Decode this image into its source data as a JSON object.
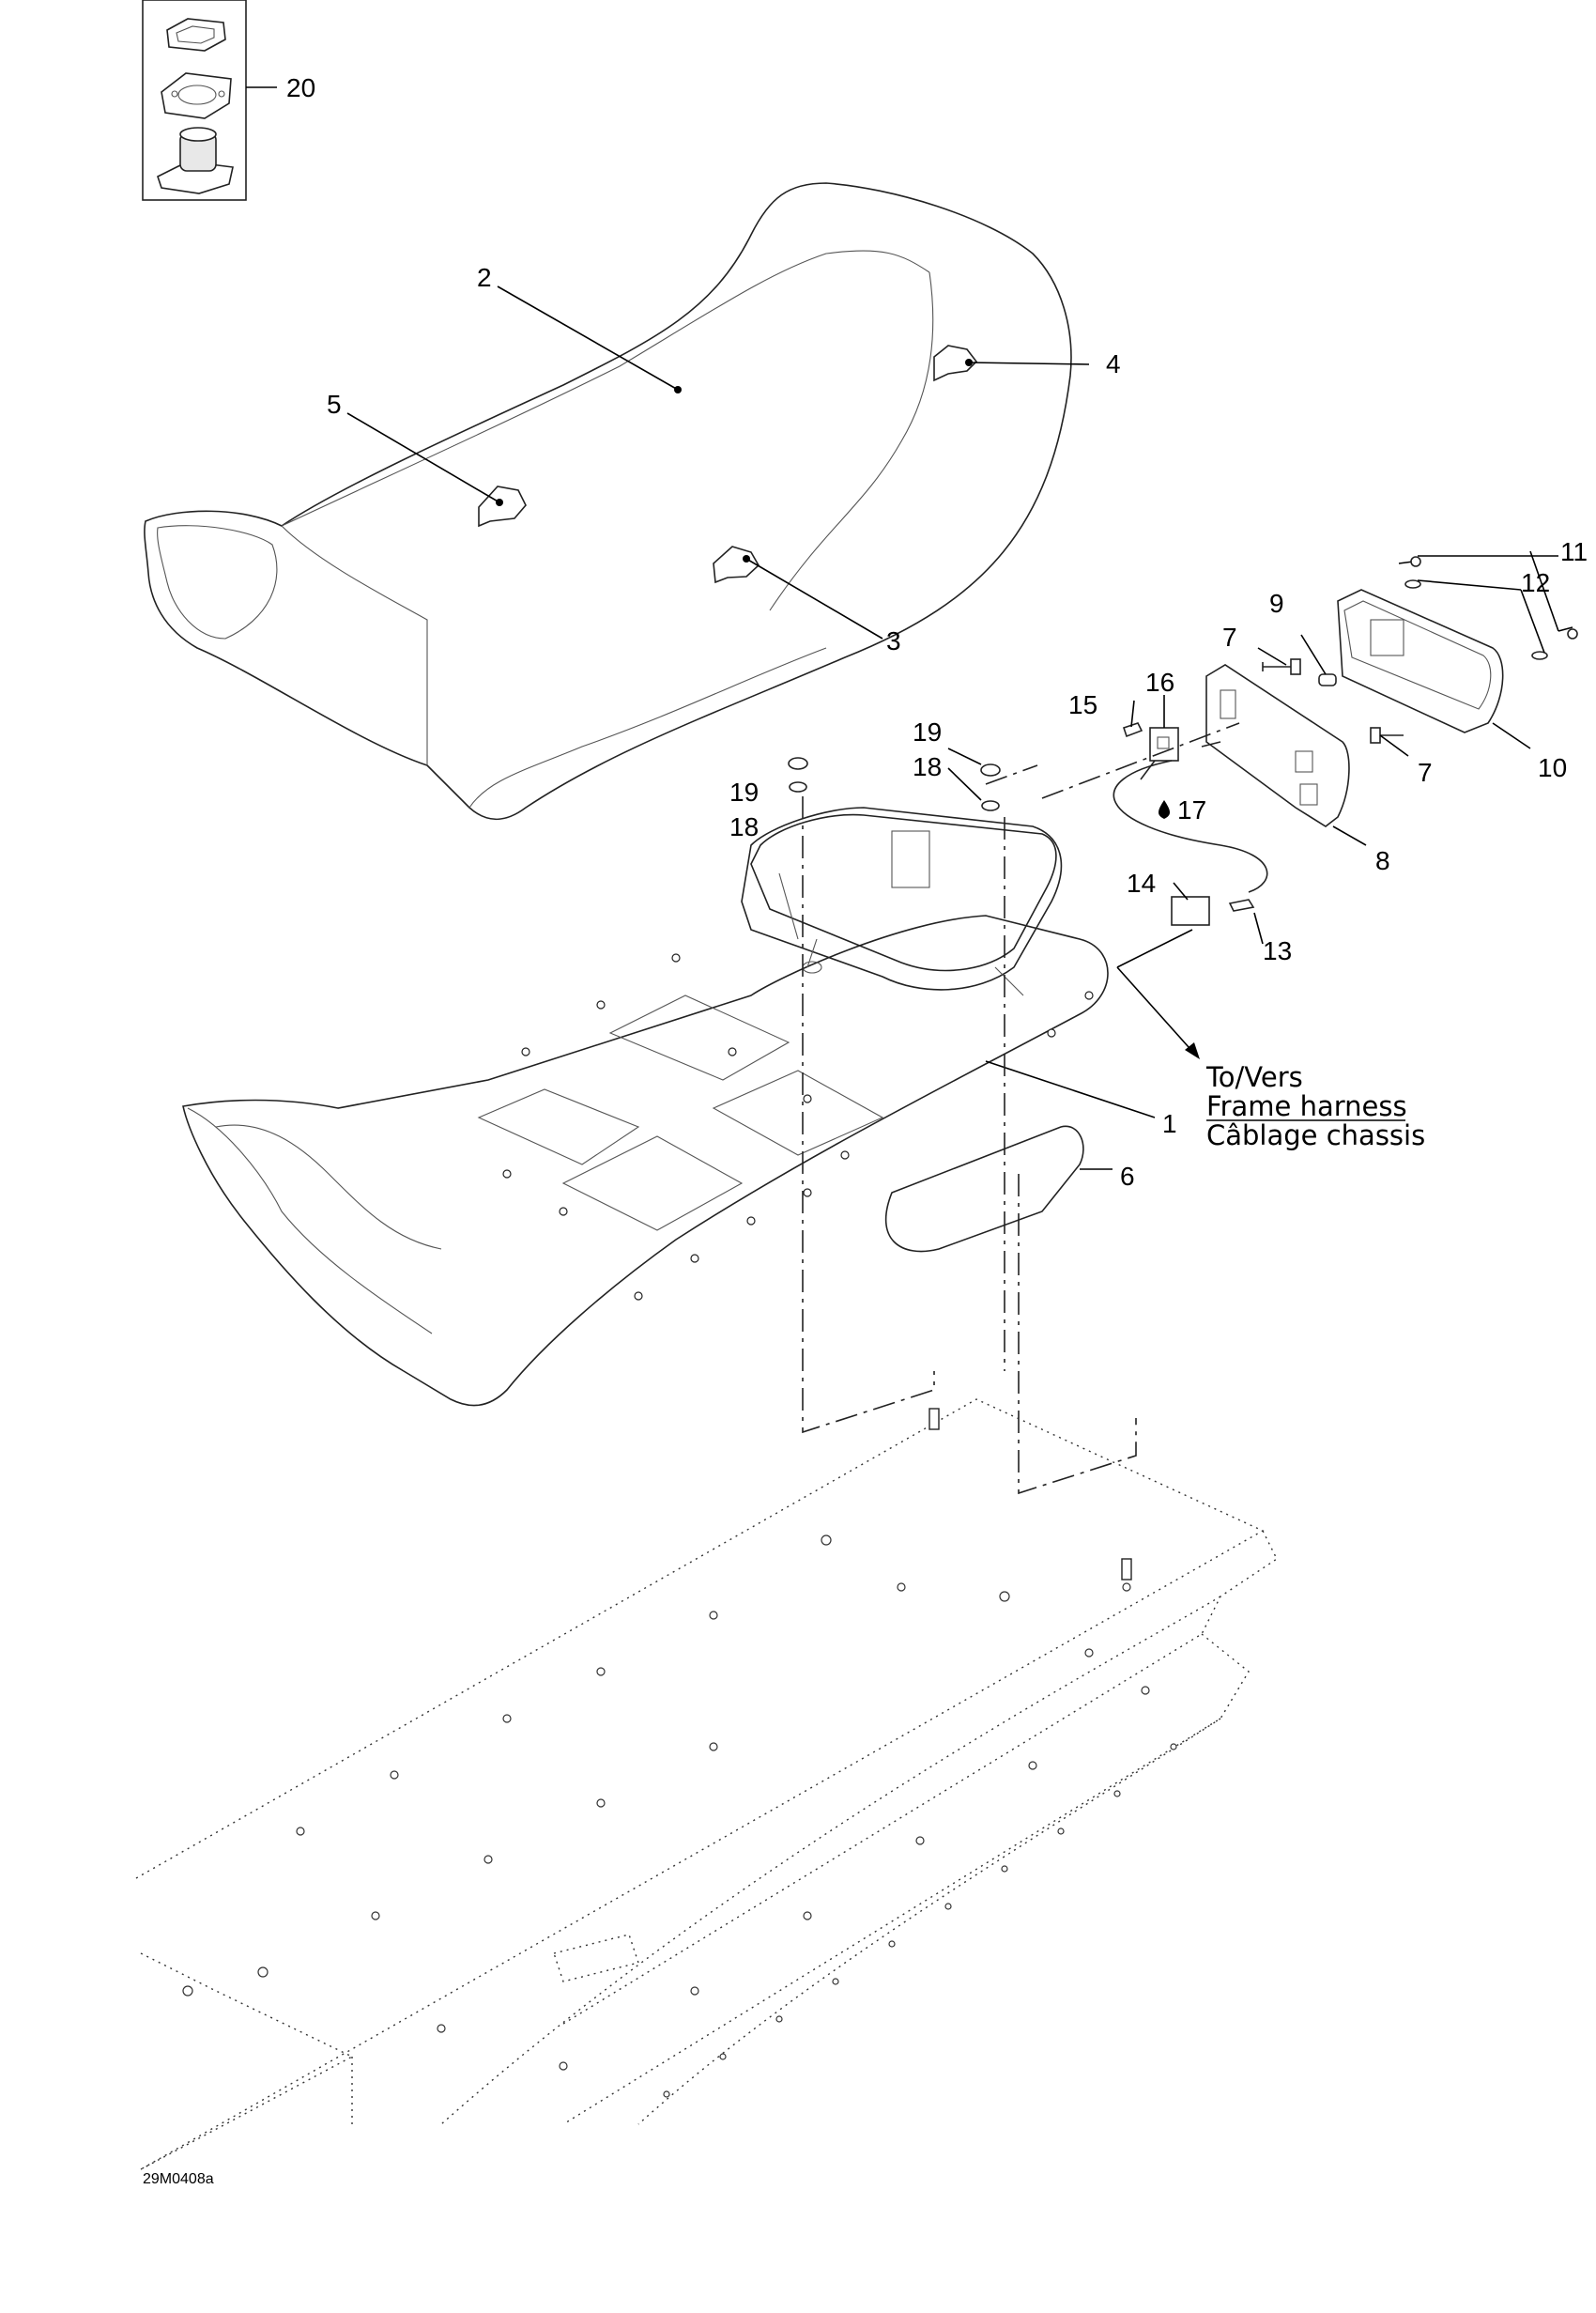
{
  "diagram": {
    "drawing_code": "29M0408a",
    "callouts": {
      "c1": "1",
      "c2": "2",
      "c3": "3",
      "c4": "4",
      "c5": "5",
      "c6": "6",
      "c7a": "7",
      "c7b": "7",
      "c8": "8",
      "c9": "9",
      "c10": "10",
      "c11": "11",
      "c12": "12",
      "c13": "13",
      "c14": "14",
      "c15": "15",
      "c16": "16",
      "c17": "17",
      "c18a": "18",
      "c18b": "18",
      "c19a": "19",
      "c19b": "19",
      "c20": "20"
    },
    "note": {
      "line1": "To/Vers",
      "line2": "Frame harness",
      "line3": "Câblage chassis"
    }
  }
}
